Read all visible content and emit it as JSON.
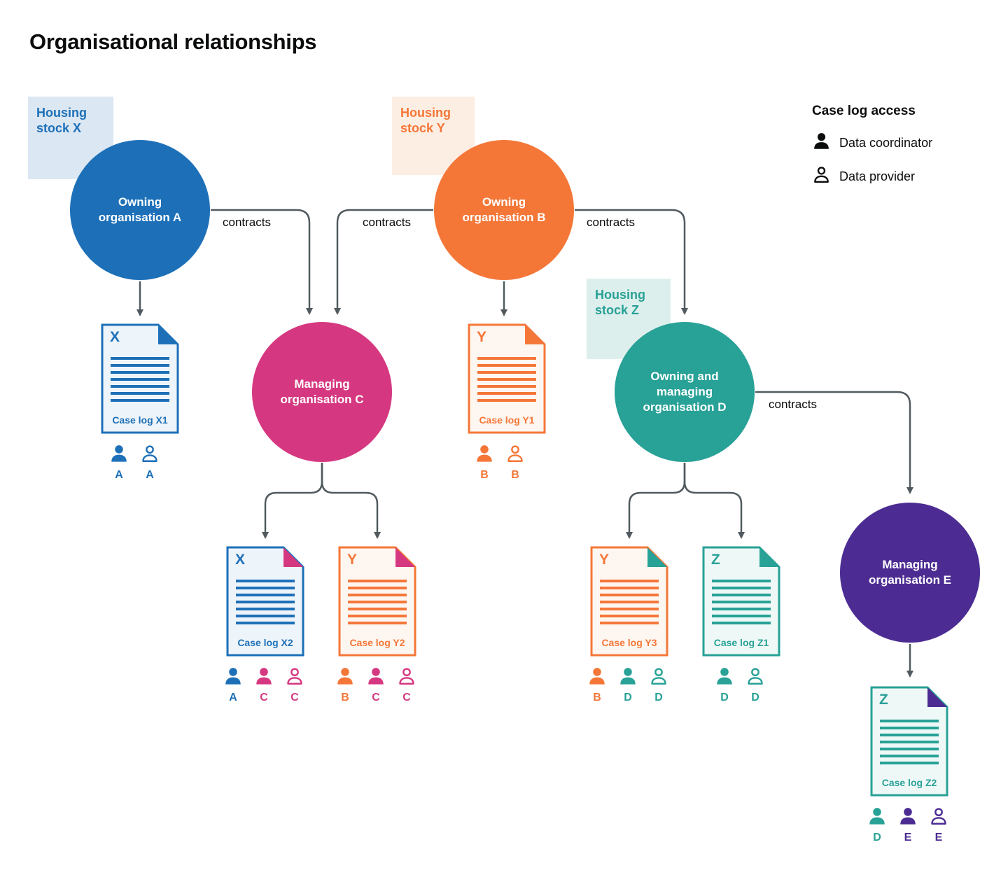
{
  "title": "Organisational relationships",
  "legend": {
    "title": "Case log access",
    "items": [
      {
        "icon": "person-filled-icon",
        "label": "Data coordinator"
      },
      {
        "icon": "person-outline-icon",
        "label": "Data provider"
      }
    ]
  },
  "housing_stocks": {
    "x": {
      "label": "Housing stock X"
    },
    "y": {
      "label": "Housing stock Y"
    },
    "z": {
      "label": "Housing stock Z"
    }
  },
  "organisations": {
    "a": {
      "label": "Owning organisation A"
    },
    "b": {
      "label": "Owning organisation B"
    },
    "c": {
      "label": "Managing organisation C"
    },
    "d": {
      "label": "Owning and managing organisation D"
    },
    "e": {
      "label": "Managing organisation E"
    }
  },
  "contracts": {
    "a_to_c": "contracts",
    "b_to_c": "contracts",
    "b_to_d": "contracts",
    "d_to_e": "contracts"
  },
  "case_logs": {
    "x1": {
      "letter": "X",
      "caption": "Case log X1"
    },
    "y1": {
      "letter": "Y",
      "caption": "Case log Y1"
    },
    "x2": {
      "letter": "X",
      "caption": "Case log X2"
    },
    "y2": {
      "letter": "Y",
      "caption": "Case log Y2"
    },
    "y3": {
      "letter": "Y",
      "caption": "Case log Y3"
    },
    "z1": {
      "letter": "Z",
      "caption": "Case log Z1"
    },
    "z2": {
      "letter": "Z",
      "caption": "Case log Z2"
    }
  },
  "access_groups": {
    "x1": [
      {
        "icon": "person-filled-icon",
        "role": "coordinator",
        "label": "A",
        "color": "#1d70b8"
      },
      {
        "icon": "person-outline-icon",
        "role": "provider",
        "label": "A",
        "color": "#1d70b8"
      }
    ],
    "y1": [
      {
        "icon": "person-filled-icon",
        "role": "coordinator",
        "label": "B",
        "color": "#f47738"
      },
      {
        "icon": "person-outline-icon",
        "role": "provider",
        "label": "B",
        "color": "#f47738"
      }
    ],
    "x2": [
      {
        "icon": "person-filled-icon",
        "role": "coordinator",
        "label": "A",
        "color": "#1d70b8"
      },
      {
        "icon": "person-filled-icon",
        "role": "coordinator",
        "label": "C",
        "color": "#d53880"
      },
      {
        "icon": "person-outline-icon",
        "role": "provider",
        "label": "C",
        "color": "#d53880"
      }
    ],
    "y2": [
      {
        "icon": "person-filled-icon",
        "role": "coordinator",
        "label": "B",
        "color": "#f47738"
      },
      {
        "icon": "person-filled-icon",
        "role": "coordinator",
        "label": "C",
        "color": "#d53880"
      },
      {
        "icon": "person-outline-icon",
        "role": "provider",
        "label": "C",
        "color": "#d53880"
      }
    ],
    "y3": [
      {
        "icon": "person-filled-icon",
        "role": "coordinator",
        "label": "B",
        "color": "#f47738"
      },
      {
        "icon": "person-filled-icon",
        "role": "coordinator",
        "label": "D",
        "color": "#28a197"
      },
      {
        "icon": "person-outline-icon",
        "role": "provider",
        "label": "D",
        "color": "#28a197"
      }
    ],
    "z1": [
      {
        "icon": "person-filled-icon",
        "role": "coordinator",
        "label": "D",
        "color": "#28a197"
      },
      {
        "icon": "person-outline-icon",
        "role": "provider",
        "label": "D",
        "color": "#28a197"
      }
    ],
    "z2": [
      {
        "icon": "person-filled-icon",
        "role": "coordinator",
        "label": "D",
        "color": "#28a197"
      },
      {
        "icon": "person-filled-icon",
        "role": "coordinator",
        "label": "E",
        "color": "#4c2c92"
      },
      {
        "icon": "person-outline-icon",
        "role": "provider",
        "label": "E",
        "color": "#4c2c92"
      }
    ]
  },
  "colors": {
    "blue": "#1d70b8",
    "orange": "#f47738",
    "pink": "#d53880",
    "teal": "#28a197",
    "purple": "#4c2c92",
    "blue_tint": "#dbe7f3",
    "orange_tint": "#fdeee3",
    "teal_tint": "#ddefec",
    "doc_blue_tint": "#edf4fa",
    "doc_orange_tint": "#fef6f0",
    "doc_teal_tint": "#eef8f6",
    "arrow": "#505a5f",
    "text": "#0b0c0c"
  }
}
